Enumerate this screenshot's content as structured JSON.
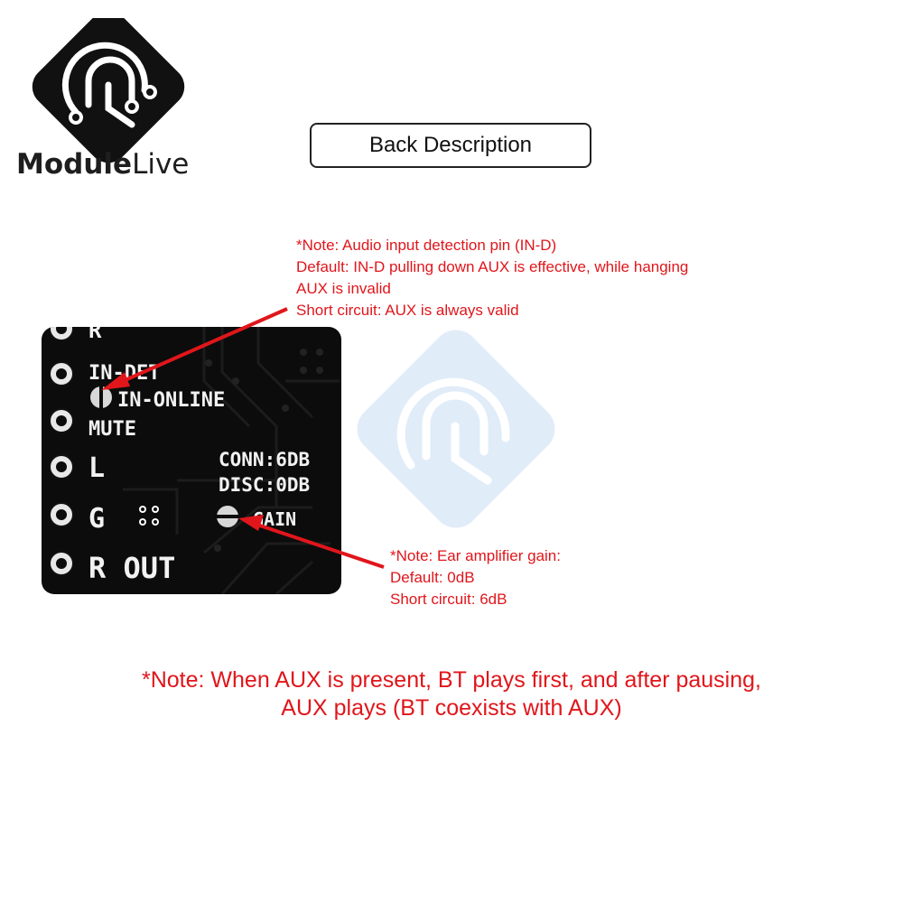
{
  "logo": {
    "name_part1": "Module",
    "name_part2": "Live"
  },
  "title": "Back Description",
  "board": {
    "labels": {
      "r_top": "R",
      "in_det": "IN-DET",
      "in_online": "IN-ONLINE",
      "mute": "MUTE",
      "l": "L",
      "g": "G",
      "r_out": "R OUT",
      "conn": "CONN:6DB",
      "disc": "DISC:0DB",
      "gain": "GAIN"
    }
  },
  "notes": {
    "ind": {
      "lines": [
        "*Note: Audio input detection pin (IN-D)",
        "Default: IN-D pulling down AUX is effective, while hanging",
        "AUX is invalid",
        "Short circuit: AUX is always valid"
      ]
    },
    "gain": {
      "lines": [
        "*Note: Ear amplifier gain:",
        "Default: 0dB",
        "Short circuit: 6dB"
      ]
    },
    "bottom": {
      "lines": [
        "*Note: When AUX is present, BT plays first, and after pausing,",
        "AUX plays (BT coexists with AUX)"
      ]
    }
  },
  "colors": {
    "accent_red": "#e0161b",
    "board_black": "#0c0c0c",
    "silk_white": "#f2f2f2",
    "watermark_blue": "#c9def5"
  }
}
